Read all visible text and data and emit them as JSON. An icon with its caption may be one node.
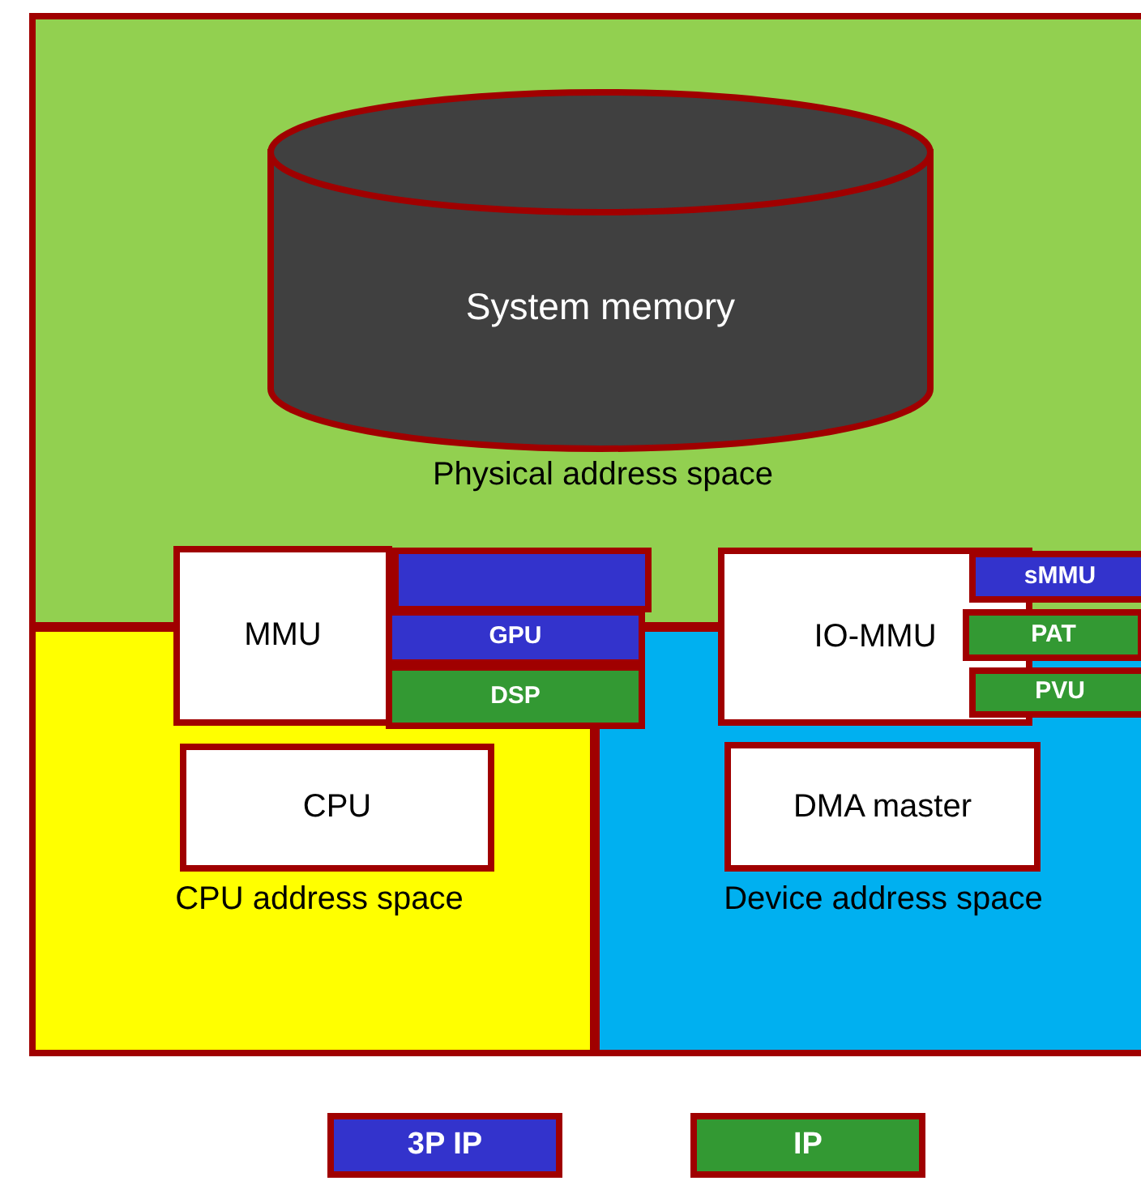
{
  "diagram": {
    "nodes": [
      {
        "text": [
          "Physical address space"
        ]
      },
      {
        "text": [
          "System memory"
        ],
        "in": 0
      },
      {
        "text": [
          "CPU address space"
        ]
      },
      {
        "text": [
          "Device address space"
        ]
      },
      {
        "text": [
          "MMU"
        ]
      },
      {
        "text": [],
        "shape": "box",
        "in": 0
      },
      {
        "text": [
          "GPU"
        ]
      },
      {
        "text": [
          "DSP"
        ]
      },
      {
        "text": [
          "CPU"
        ],
        "in": 2
      },
      {
        "text": [
          "IO-MMU"
        ]
      },
      {
        "text": [
          "sMMU"
        ],
        "in": 0
      },
      {
        "text": [
          "PAT"
        ]
      },
      {
        "text": [
          "PVU"
        ],
        "in": 3
      },
      {
        "text": [
          "DMA master"
        ],
        "in": 3
      }
    ],
    "edges": [],
    "legend": [
      {
        "text": "3P IP",
        "color": "#3333cc"
      },
      {
        "text": "IP",
        "color": "#339933"
      }
    ]
  }
}
